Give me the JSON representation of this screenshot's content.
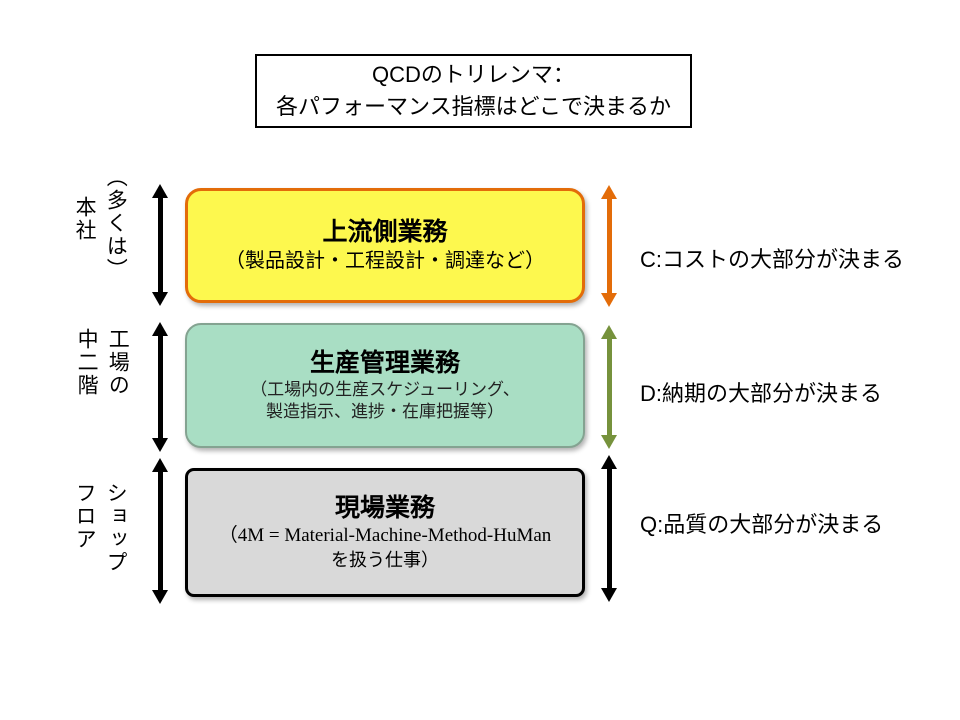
{
  "title": {
    "line1": "QCDのトリレンマ：",
    "line2": "各パフォーマンス指標はどこで決まるか"
  },
  "rows": [
    {
      "location_col1": "（多くは）",
      "location_col2": "本社",
      "box_title": "上流側業務",
      "box_lines": [
        "（製品設計・工程設計・調達など）"
      ],
      "box_fill": "#FDF84E",
      "box_border": "#E36C09",
      "left_arrow_color": "#000000",
      "right_arrow_color": "#E36C09",
      "right_label": "C:コストの大部分が決まる"
    },
    {
      "location_col1": "工場の",
      "location_col2": "中二階",
      "box_title": "生産管理業務",
      "box_lines": [
        "（工場内の生産スケジューリング、",
        "製造指示、進捗・在庫把握等）"
      ],
      "box_fill": "#A9DEC4",
      "box_border": "#84A391",
      "left_arrow_color": "#000000",
      "right_arrow_color": "#76923C",
      "right_label": "D:納期の大部分が決まる"
    },
    {
      "location_col1": "ショップ",
      "location_col2": "フロア",
      "box_title": "現場業務",
      "box_lines": [
        "（4M = Material-Machine-Method-HuMan",
        "を扱う仕事）"
      ],
      "box_fill": "#D9D9D9",
      "box_border": "#000000",
      "left_arrow_color": "#000000",
      "right_arrow_color": "#000000",
      "right_label": "Q:品質の大部分が決まる"
    }
  ]
}
